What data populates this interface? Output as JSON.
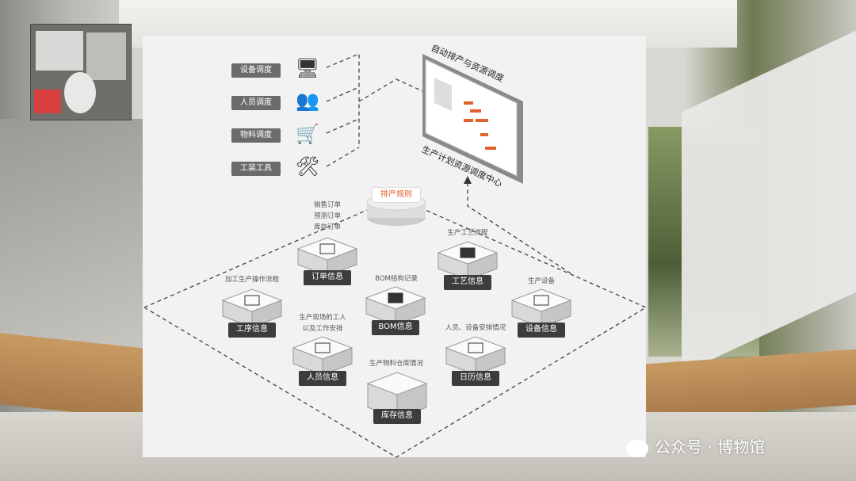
{
  "diagram": {
    "title_top": "自动排产与资源调度",
    "title_bottom": "生产计划资源调度中心",
    "rule": "排产规则",
    "dispatch": [
      {
        "label": "设备调度",
        "icon": "monitor-gear-icon",
        "glyph": "🖥"
      },
      {
        "label": "人员调度",
        "icon": "users-icon",
        "glyph": "👥"
      },
      {
        "label": "物料调度",
        "icon": "cart-icon",
        "glyph": "🛒"
      },
      {
        "label": "工装工具",
        "icon": "tools-icon",
        "glyph": "🛠"
      }
    ],
    "order_captions": [
      "销售订单",
      "预测订单",
      "库存订单"
    ],
    "blocks": {
      "order": {
        "label": "订单信息"
      },
      "craft": {
        "label": "工艺信息",
        "caption": "生产工艺流程"
      },
      "process": {
        "label": "工序信息",
        "caption": "加工生产操作流程"
      },
      "bom": {
        "label": "BOM信息",
        "caption": "BOM结构记录"
      },
      "equipment": {
        "label": "设备信息",
        "caption": "生产设备"
      },
      "staff": {
        "label": "人员信息",
        "caption1": "生产现场的工人",
        "caption2": "以及工作安排"
      },
      "calendar": {
        "label": "日历信息",
        "caption": "人员、设备安排情况"
      },
      "stock": {
        "label": "库存信息",
        "caption": "生产物料仓库情况"
      }
    },
    "accent": "#e0622d"
  },
  "watermark": "公众号 · 博物馆"
}
